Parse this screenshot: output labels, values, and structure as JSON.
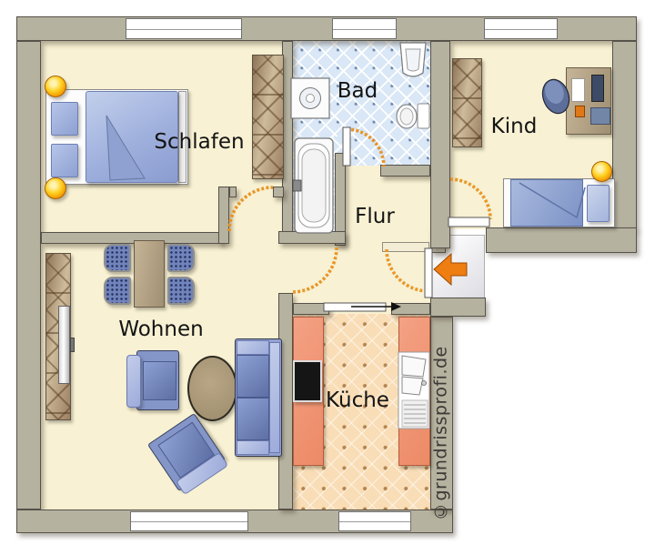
{
  "rooms": [
    {
      "id": "schlafen",
      "label": "Schlafen",
      "furniture": [
        "double-bed",
        "two-pillows",
        "two-bedside-lamps",
        "wardrobe"
      ]
    },
    {
      "id": "bad",
      "label": "Bad",
      "furniture": [
        "washing-machine",
        "bathtub",
        "wash-basin",
        "toilet"
      ]
    },
    {
      "id": "kind",
      "label": "Kind",
      "furniture": [
        "wardrobe",
        "desk",
        "desk-chair",
        "monitor",
        "single-bed",
        "lamp"
      ]
    },
    {
      "id": "flur",
      "label": "Flur",
      "furniture": []
    },
    {
      "id": "wohnen",
      "label": "Wohnen",
      "furniture": [
        "dining-table",
        "four-chairs",
        "tv-cabinet",
        "armchair",
        "coffee-table",
        "sofa",
        "rotated-armchair"
      ]
    },
    {
      "id": "kueche",
      "label": "Küche",
      "furniture": [
        "stove-counter",
        "sink-counter"
      ]
    }
  ],
  "watermark": "©grundrissprofi.de",
  "icons": {
    "entrance_arrow": "orange-arrow-left-into-flat",
    "sliding_door_arrow": "black-arrow-right"
  },
  "colors": {
    "wall": "#b6b2a0",
    "floor": "#f8f1d3",
    "bathroom_tile": "#d9e7f6",
    "kitchen_floor": "#f9ddb6",
    "kitchen_counter": "#ef9171",
    "furniture_blue": "#8494c8",
    "wood": "#b3a184",
    "door_swing": "#e8921f",
    "entrance_arrow": "#ee7d12",
    "lamp": "#ffc010"
  }
}
